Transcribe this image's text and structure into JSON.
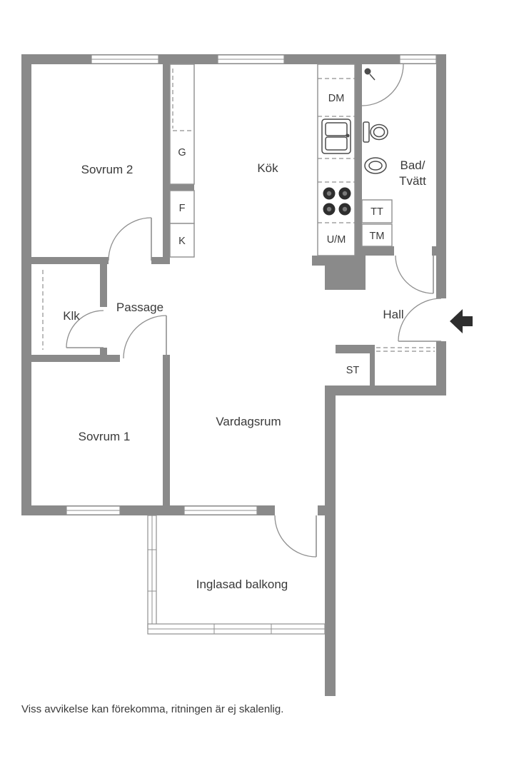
{
  "colors": {
    "wall": "#8a8a8a",
    "line": "#8f8f8f",
    "fixture": "#4c4c4c",
    "ink": "#3a3a3a",
    "dark": "#2e2e2e",
    "bg": "#ffffff"
  },
  "rooms": {
    "sovrum2": "Sovrum 2",
    "kok": "Kök",
    "bad": "Bad/",
    "tvatt": "Tvätt",
    "klk": "Klk",
    "passage": "Passage",
    "hall": "Hall",
    "sovrum1": "Sovrum 1",
    "vardagsrum": "Vardagsrum",
    "balkong": "Inglasad balkong"
  },
  "fixtures": {
    "g": "G",
    "f": "F",
    "k": "K",
    "dm": "DM",
    "um": "U/M",
    "tt": "TT",
    "tm": "TM",
    "st": "ST"
  },
  "footer": {
    "disclaimer": "Viss avvikelse kan förekomma, ritningen är ej skalenlig."
  }
}
